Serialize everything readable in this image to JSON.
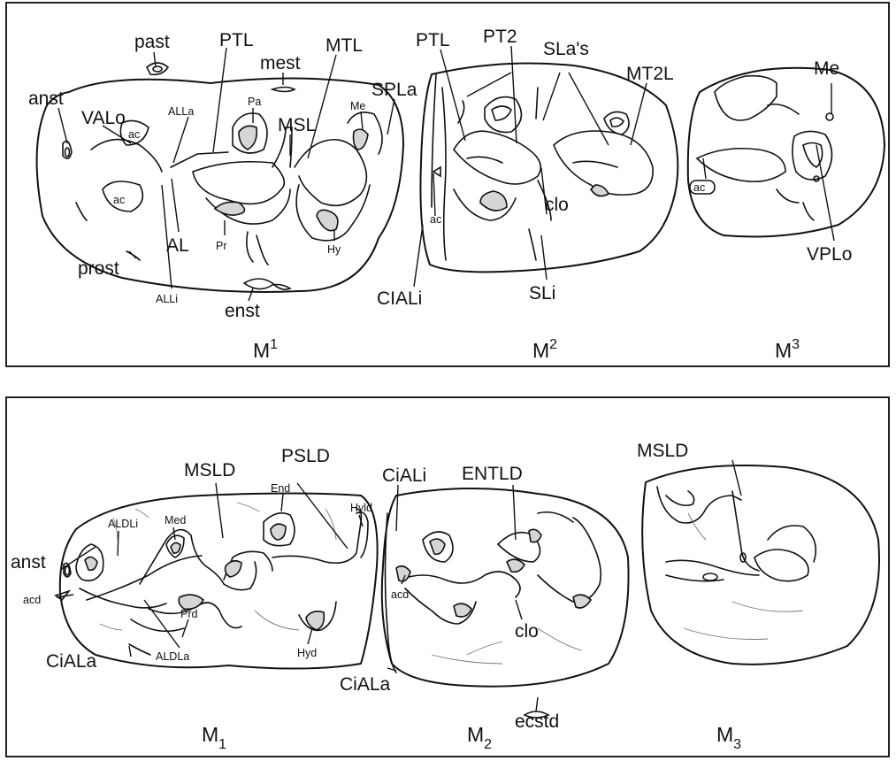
{
  "upper": {
    "molars": [
      "M",
      "M",
      "M"
    ],
    "molar_indices": [
      "1",
      "2",
      "3"
    ],
    "labels": {
      "past": "past",
      "ptl1": "PTL",
      "mest": "mest",
      "mtl1": "MTL",
      "anst": "anst",
      "valo": "VALo",
      "alla": "ALLa",
      "pa": "Pa",
      "msl": "MSL",
      "me1": "Me",
      "spla": "SPLa",
      "ac1": "ac",
      "ac2": "ac",
      "al": "AL",
      "pr": "Pr",
      "hy": "Hy",
      "prost": "prost",
      "alli": "ALLi",
      "enst": "enst",
      "ptl2": "PTL",
      "pt2": "PT2",
      "slas": "SLa's",
      "mt2l": "MT2L",
      "ac3": "ac",
      "clo": "clo",
      "cial": "CIALi",
      "sli": "SLi",
      "me3": "Me",
      "ac4": "ac",
      "vplo": "VPLo"
    }
  },
  "lower": {
    "molars": [
      "M",
      "M",
      "M"
    ],
    "molar_indices": [
      "1",
      "2",
      "3"
    ],
    "labels": {
      "mslD1": "MSLD",
      "psld": "PSLD",
      "end": "End",
      "hyld": "Hyld",
      "med": "Med",
      "aldli": "ALDLi",
      "anst": "anst",
      "acd1": "acd",
      "prd": "Prd",
      "hyd": "Hyd",
      "ciala1": "CiALa",
      "aldla": "ALDLa",
      "ciali": "CiALi",
      "entld": "ENTLD",
      "acd2": "acd",
      "clo": "clo",
      "ciala2": "CiALa",
      "ecstd": "ecstd",
      "mslD3": "MSLD"
    }
  }
}
